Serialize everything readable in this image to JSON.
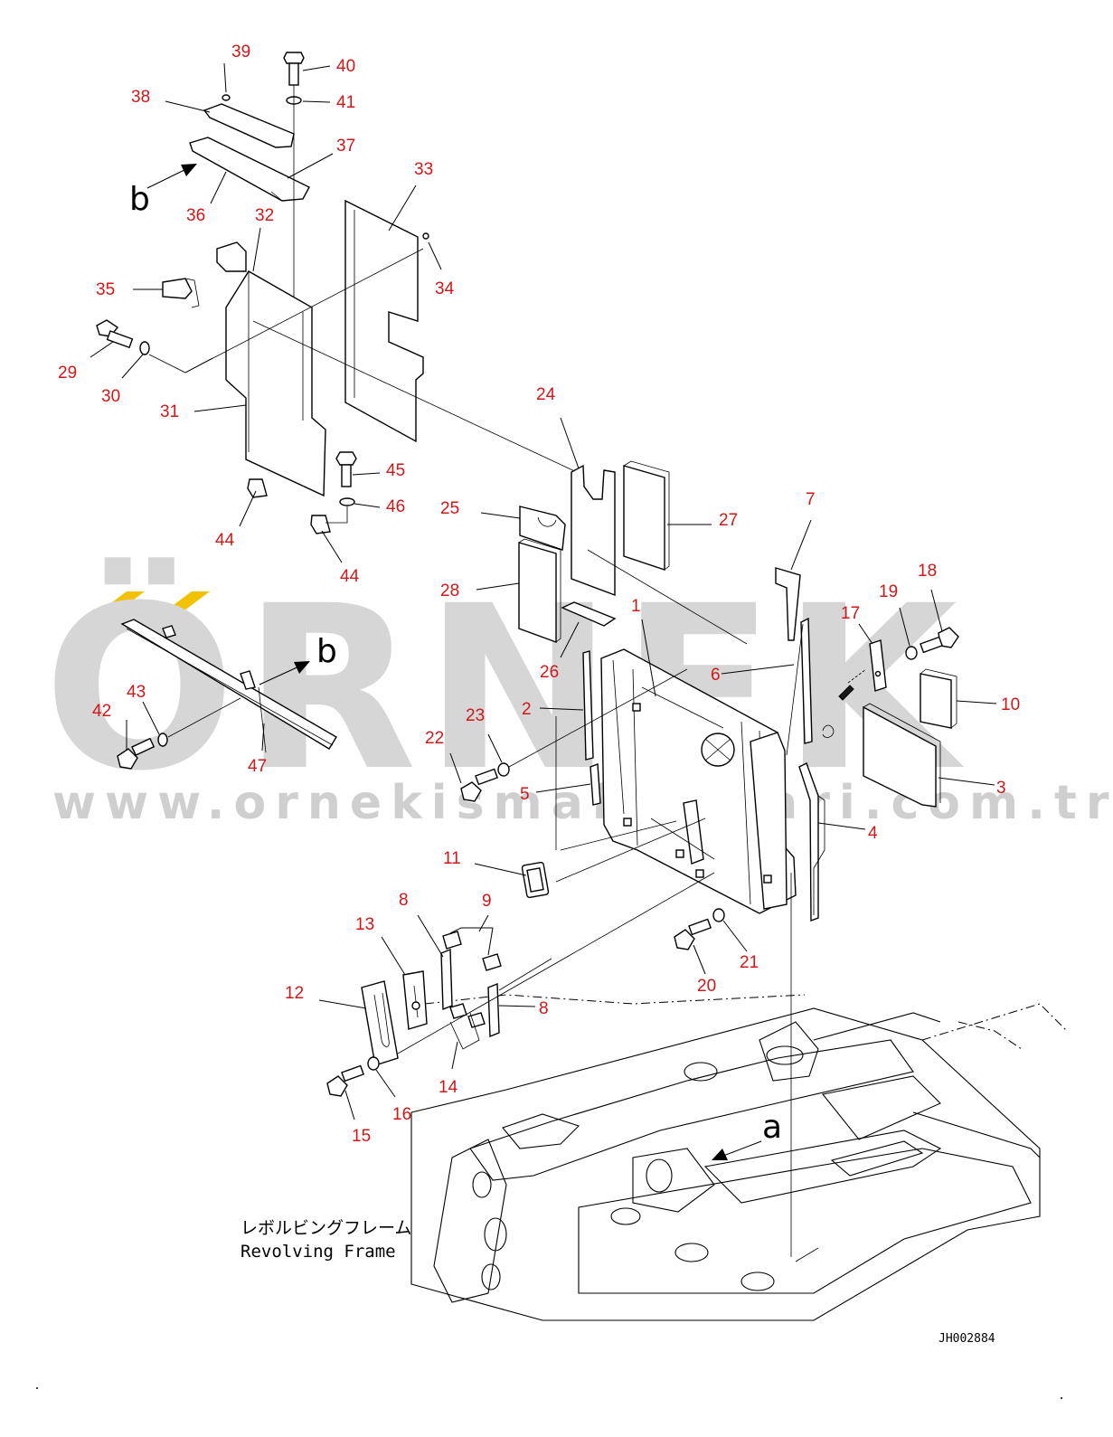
{
  "watermark": {
    "brand": "ÖRNEK",
    "url": "www.ornekismakinalari.com.tr",
    "accent_color": "#f2c200"
  },
  "callouts": [
    "1",
    "2",
    "3",
    "4",
    "5",
    "6",
    "7",
    "8",
    "8",
    "9",
    "10",
    "11",
    "12",
    "13",
    "14",
    "15",
    "16",
    "17",
    "18",
    "19",
    "20",
    "21",
    "22",
    "23",
    "24",
    "25",
    "26",
    "27",
    "28",
    "29",
    "30",
    "31",
    "32",
    "33",
    "34",
    "35",
    "36",
    "37",
    "38",
    "39",
    "40",
    "41",
    "42",
    "43",
    "44",
    "44",
    "45",
    "46",
    "47"
  ],
  "view_markers": [
    "b",
    "b",
    "a"
  ],
  "caption": {
    "japanese": "レボルビングフレーム",
    "english": "Revolving Frame"
  },
  "drawing_code": "JH002884",
  "colors": {
    "callout": "#d01818",
    "line": "#000000",
    "watermark": "#d6d6d6"
  }
}
